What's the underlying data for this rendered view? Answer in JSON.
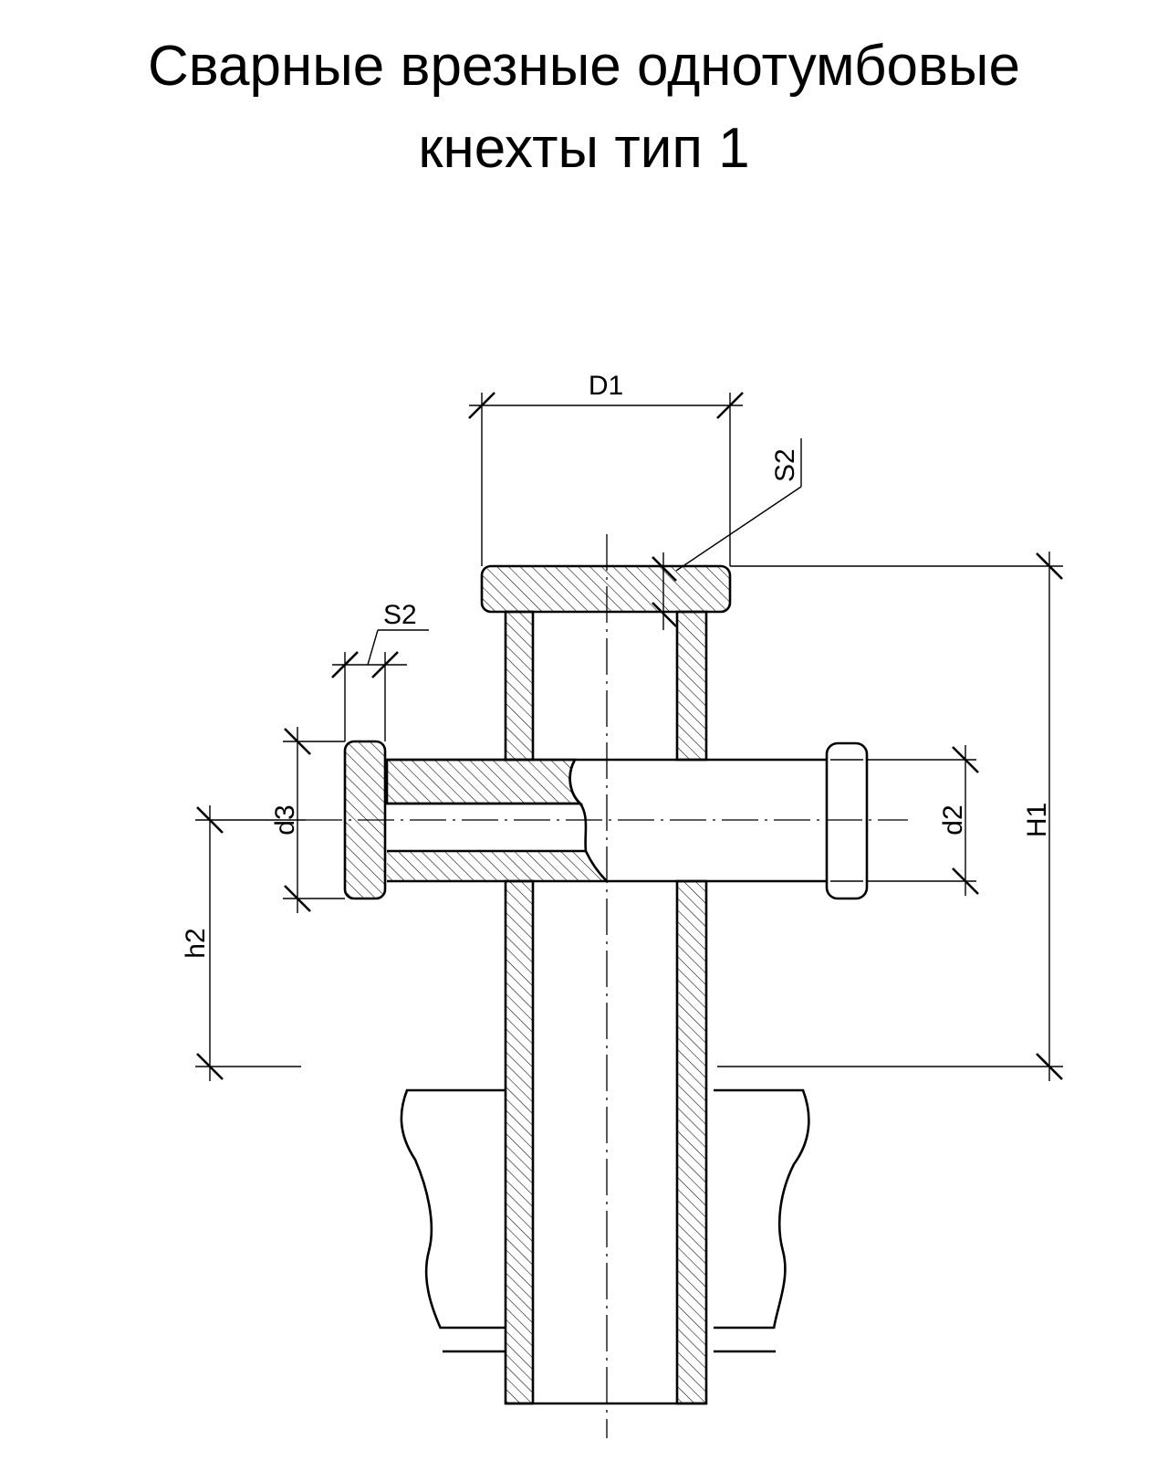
{
  "title": {
    "line1": "Сварные врезные однотумбовые",
    "line2": "кнехты тип 1"
  },
  "dimensions": {
    "D1": "D1",
    "S2_top": "S2",
    "S2_left": "S2",
    "d3": "d3",
    "d2": "d2",
    "H1": "H1",
    "h2": "h2"
  },
  "colors": {
    "line": "#000000",
    "background": "#ffffff"
  }
}
